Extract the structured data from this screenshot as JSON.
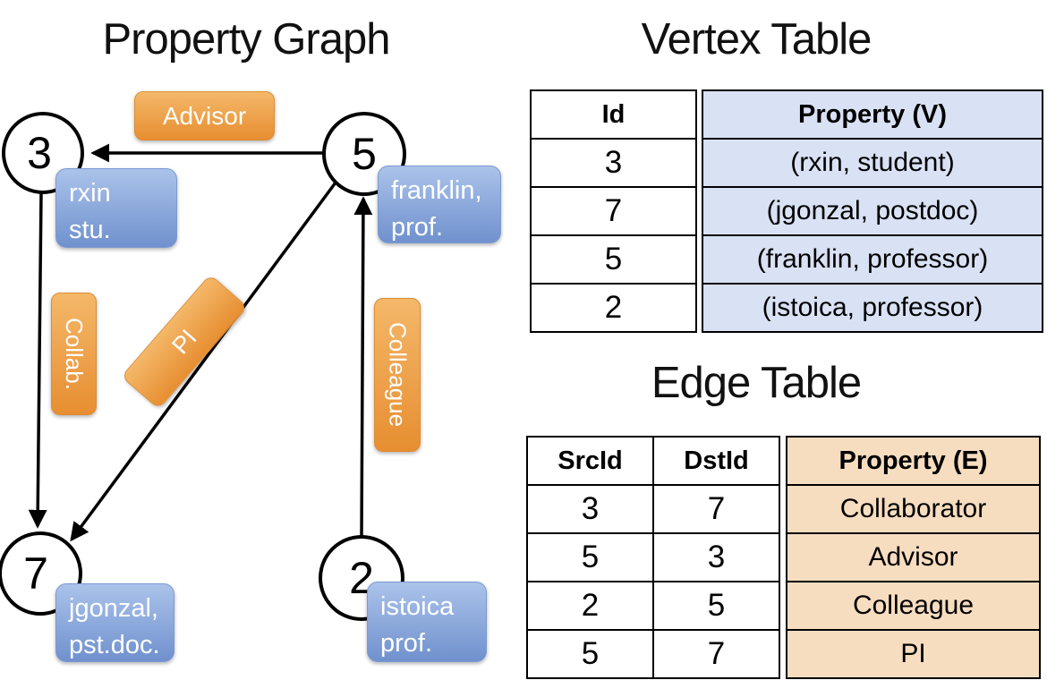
{
  "graph": {
    "title": "Property Graph",
    "nodes": [
      {
        "id": "3",
        "line1": "rxin",
        "line2": "stu."
      },
      {
        "id": "5",
        "line1": "franklin,",
        "line2": "prof."
      },
      {
        "id": "7",
        "line1": "jgonzal,",
        "line2": "pst.doc."
      },
      {
        "id": "2",
        "line1": "istoica",
        "line2": "prof."
      }
    ],
    "edge_labels": {
      "advisor": "Advisor",
      "collab": "Collab.",
      "pi": "PI",
      "colleague": "Colleague"
    }
  },
  "vertex_table": {
    "title": "Vertex Table",
    "columns": {
      "id": "Id",
      "property": "Property (V)"
    },
    "rows": [
      {
        "id": "3",
        "property": "(rxin, student)"
      },
      {
        "id": "7",
        "property": "(jgonzal, postdoc)"
      },
      {
        "id": "5",
        "property": "(franklin, professor)"
      },
      {
        "id": "2",
        "property": "(istoica, professor)"
      }
    ]
  },
  "edge_table": {
    "title": "Edge Table",
    "columns": {
      "src": "SrcId",
      "dst": "DstId",
      "property": "Property (E)"
    },
    "rows": [
      {
        "src": "3",
        "dst": "7",
        "property": "Collaborator"
      },
      {
        "src": "5",
        "dst": "3",
        "property": "Advisor"
      },
      {
        "src": "2",
        "dst": "5",
        "property": "Colleague"
      },
      {
        "src": "5",
        "dst": "7",
        "property": "PI"
      }
    ]
  },
  "colors": {
    "edge_label_orange": "#eda14b",
    "vertex_label_blue": "#8aa7db",
    "vertex_cell_bg": "#d9e2f4",
    "edge_cell_bg": "#f7ddc0",
    "table_border": "#000000",
    "label_text": "#ffffff"
  }
}
